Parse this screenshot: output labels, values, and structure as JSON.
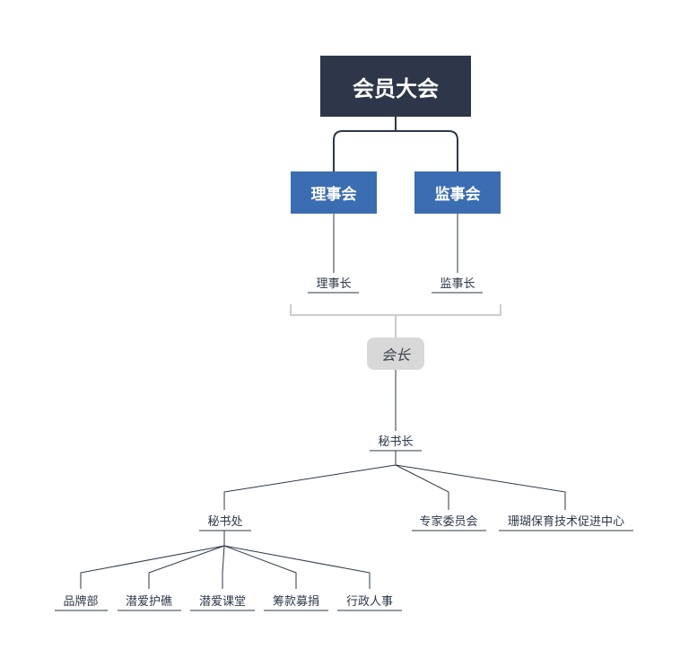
{
  "root": "会员大会",
  "level1": {
    "council": "理事会",
    "supervisors": "监事会"
  },
  "level2": {
    "council_head": "理事长",
    "supervisors_head": "监事长"
  },
  "president": "会长",
  "secretary_general": "秘书长",
  "secretariat": "秘书处",
  "expert_committee": "专家委员会",
  "coral_center": "珊瑚保育技术促进中心",
  "departments": [
    "品牌部",
    "潜爱护礁",
    "潜爱课堂",
    "筹款募捐",
    "行政人事"
  ]
}
